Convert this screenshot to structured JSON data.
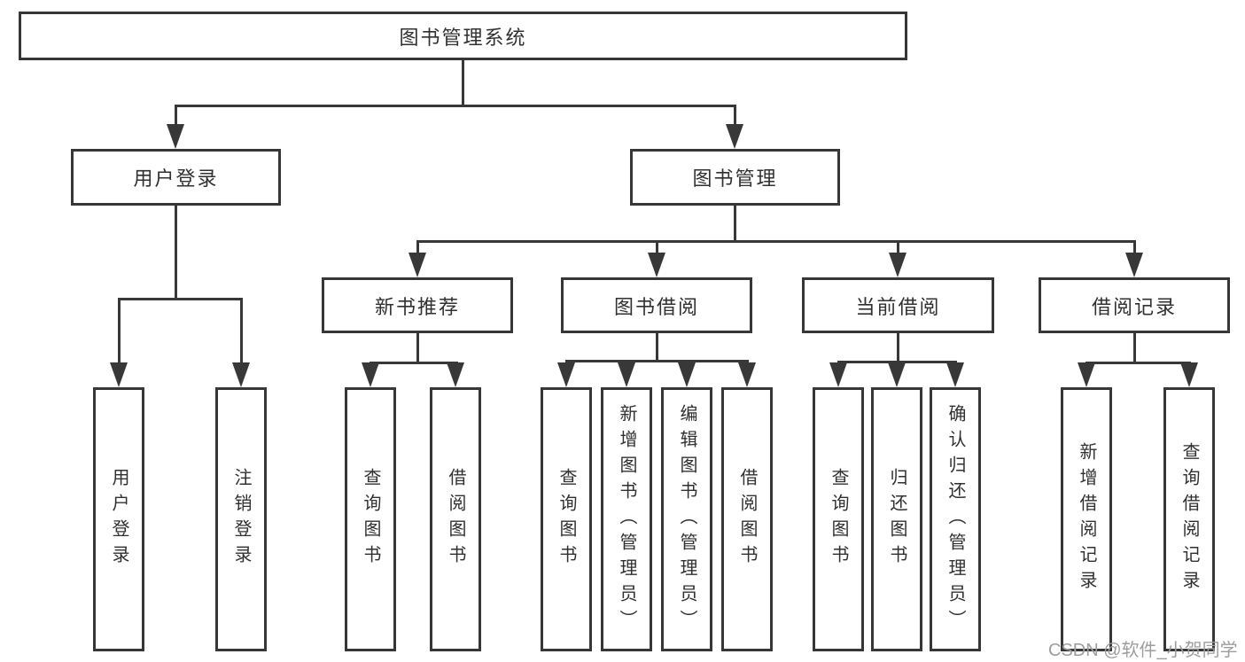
{
  "tree": {
    "root": {
      "label": "图书管理系统",
      "children": [
        {
          "label": "用户登录",
          "children": [
            {
              "label": "用户登录"
            },
            {
              "label": "注销登录"
            }
          ]
        },
        {
          "label": "图书管理",
          "children": [
            {
              "label": "新书推荐",
              "children": [
                {
                  "label": "查询图书"
                },
                {
                  "label": "借阅图书"
                }
              ]
            },
            {
              "label": "图书借阅",
              "children": [
                {
                  "label": "查询图书"
                },
                {
                  "label": "新增图书（管理员）"
                },
                {
                  "label": "编辑图书（管理员）"
                },
                {
                  "label": "借阅图书"
                }
              ]
            },
            {
              "label": "当前借阅",
              "children": [
                {
                  "label": "查询图书"
                },
                {
                  "label": "归还图书"
                },
                {
                  "label": "确认归还（管理员）"
                }
              ]
            },
            {
              "label": "借阅记录",
              "children": [
                {
                  "label": "新增借阅记录"
                },
                {
                  "label": "查询借阅记录"
                }
              ]
            }
          ]
        }
      ]
    }
  },
  "watermark": "CSDN @软件_小贺同学",
  "colors": {
    "line": "#383838",
    "text": "#303030",
    "watermark": "#9d9d9d",
    "background": "#ffffff"
  }
}
